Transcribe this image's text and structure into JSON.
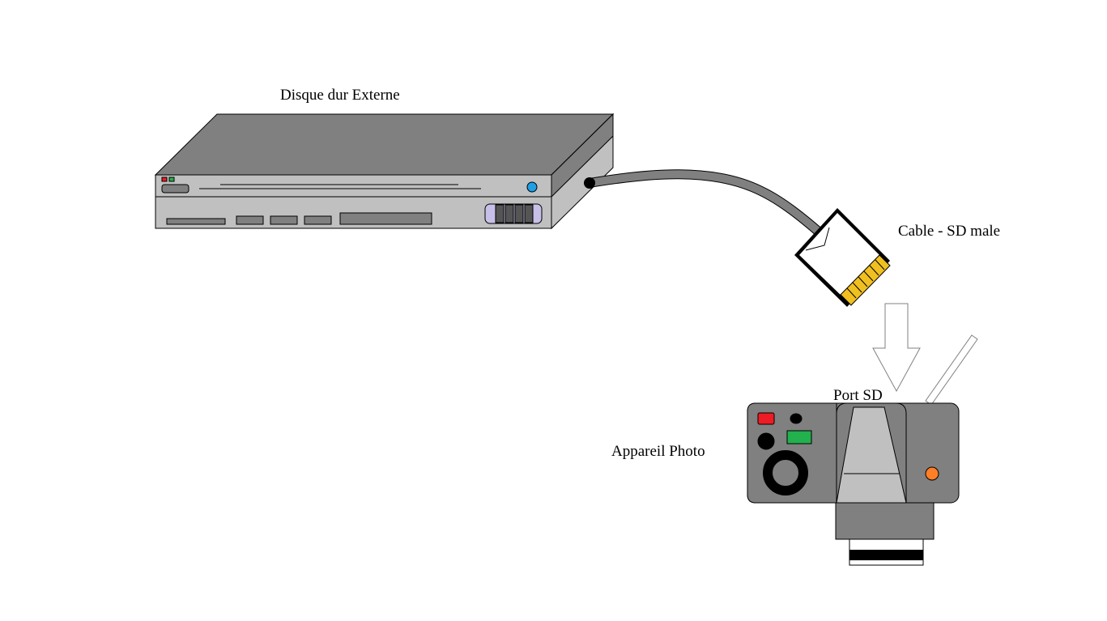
{
  "labels": {
    "hard_drive": "Disque dur Externe",
    "cable": "Cable - SD male",
    "sd_port": "Port SD",
    "camera": "Appareil Photo"
  },
  "colors": {
    "device_gray": "#808080",
    "panel_light": "#c0c0c0",
    "dark_gray": "#555555",
    "sd_contacts": "#f0c020",
    "power_red": "#ed1c24",
    "led_green": "#22b14c",
    "button_blue": "#1ea0e8",
    "button_orange": "#ff7f27",
    "outline": "#000000"
  }
}
